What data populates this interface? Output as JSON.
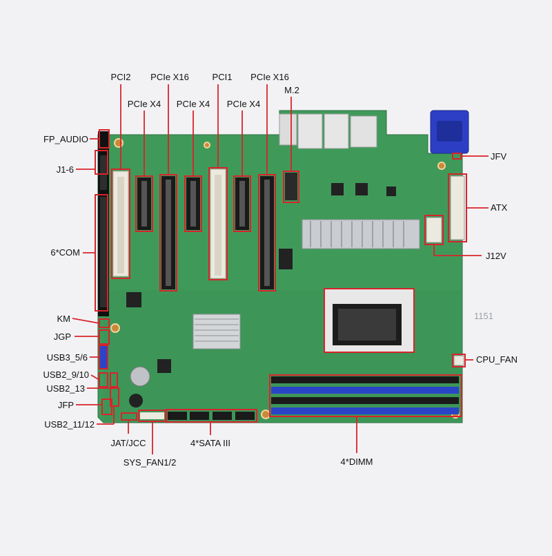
{
  "labels": {
    "pci2": "PCI2",
    "pcie_x16_a": "PCIe X16",
    "pci1": "PCI1",
    "pcie_x16_b": "PCIe X16",
    "m2": "M.2",
    "pcie_x4_a": "PCIe X4",
    "pcie_x4_b": "PCIe X4",
    "pcie_x4_c": "PCIe X4",
    "fp_audio": "FP_AUDIO",
    "j1_6": "J1-6",
    "com": "6*COM",
    "km": "KM",
    "jgp": "JGP",
    "usb3_5_6": "USB3_5/6",
    "usb2_9_10": "USB2_9/10",
    "usb2_13": "USB2_13",
    "jfp": "JFP",
    "usb2_11_12": "USB2_11/12",
    "jat_jcc": "JAT/JCC",
    "sys_fan": "SYS_FAN1/2",
    "sata": "4*SATA III",
    "dimm": "4*DIMM",
    "jfv": "JFV",
    "atx": "ATX",
    "j12v": "J12V",
    "cpu_fan": "CPU_FAN",
    "socket_text": "1151"
  },
  "colors": {
    "pcb": "#3f9a5a",
    "pcb_dark": "#2f7a45",
    "highlight": "#d8232a",
    "dimm_blue": "#2a44c8",
    "slot_black": "#1a1a1a",
    "slot_white": "#ece9df",
    "heatsink": "#c9ccd0",
    "vga_blue": "#2c3fc4"
  }
}
